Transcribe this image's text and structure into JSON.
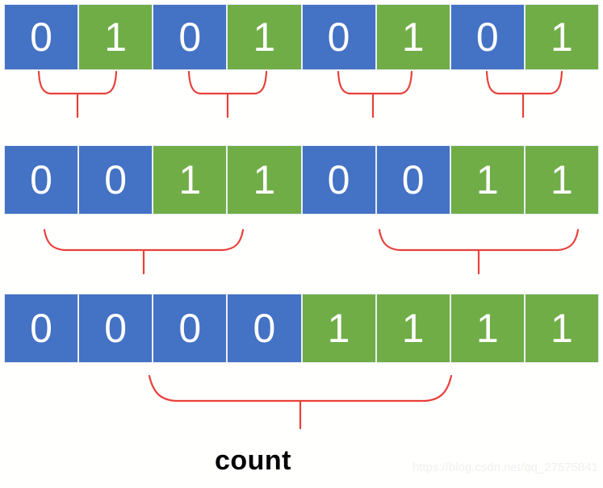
{
  "diagram": {
    "title": "count",
    "colors": {
      "zero": "#4472C4",
      "one": "#70AD47",
      "brace": "#E8403A",
      "digit_text": "#FFFFFF",
      "background": "#FFFFFE",
      "label_text": "#000000",
      "watermark_text": "#F0F0F0"
    },
    "rows": [
      {
        "name": "row-1",
        "bits": [
          "0",
          "1",
          "0",
          "1",
          "0",
          "1",
          "0",
          "1"
        ],
        "braces": [
          {
            "span": [
              0,
              1
            ],
            "label": ""
          },
          {
            "span": [
              2,
              3
            ],
            "label": ""
          },
          {
            "span": [
              4,
              5
            ],
            "label": ""
          },
          {
            "span": [
              6,
              7
            ],
            "label": ""
          }
        ]
      },
      {
        "name": "row-2",
        "bits": [
          "0",
          "0",
          "1",
          "1",
          "0",
          "0",
          "1",
          "1"
        ],
        "braces": [
          {
            "span": [
              0,
              3
            ],
            "label": ""
          },
          {
            "span": [
              4,
              7
            ],
            "label": ""
          }
        ]
      },
      {
        "name": "row-3",
        "bits": [
          "0",
          "0",
          "0",
          "0",
          "1",
          "1",
          "1",
          "1"
        ],
        "braces": [
          {
            "span": [
              2,
              5
            ],
            "label": "count"
          }
        ]
      }
    ]
  },
  "watermark": {
    "text": "https://blog.csdn.net/qq_27575841"
  }
}
